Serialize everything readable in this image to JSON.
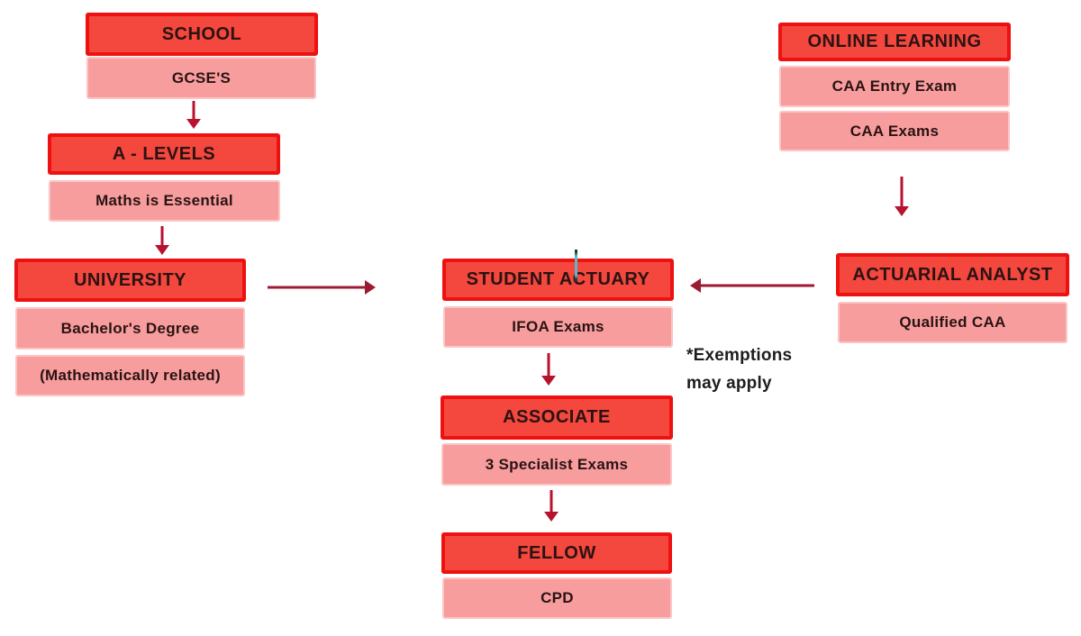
{
  "diagram": {
    "colors": {
      "box_fill": "#f4473d",
      "box_border": "#ee1111",
      "sub_fill": "#f79d9d",
      "sub_border": "#fbc5c5",
      "arrow_h": "#9c1b33",
      "arrow_v": "#b8122f",
      "text": "#2a1313",
      "note_text": "#1d1d1d",
      "cursor": "#5fb6c6",
      "cursor_dark": "#27343a"
    },
    "nodes": {
      "school": {
        "title": "SCHOOL",
        "subs": [
          "GCSE'S"
        ]
      },
      "a_levels": {
        "title": "A - LEVELS",
        "subs": [
          "Maths is Essential"
        ]
      },
      "university": {
        "title": "UNIVERSITY",
        "subs": [
          "Bachelor's Degree",
          "(Mathematically related)"
        ]
      },
      "student_actuary": {
        "title": "STUDENT ACTUARY",
        "subs": [
          "IFOA Exams"
        ]
      },
      "associate": {
        "title": "ASSOCIATE",
        "subs": [
          "3 Specialist Exams"
        ]
      },
      "fellow": {
        "title": "FELLOW",
        "subs": [
          "CPD"
        ]
      },
      "online_learning": {
        "title": "ONLINE LEARNING",
        "subs": [
          "CAA Entry Exam",
          "CAA Exams"
        ]
      },
      "actuarial_analyst": {
        "title": "ACTUARIAL ANALYST",
        "subs": [
          "Qualified CAA"
        ]
      }
    },
    "note": {
      "line1": "*Exemptions",
      "line2": "may apply"
    }
  }
}
